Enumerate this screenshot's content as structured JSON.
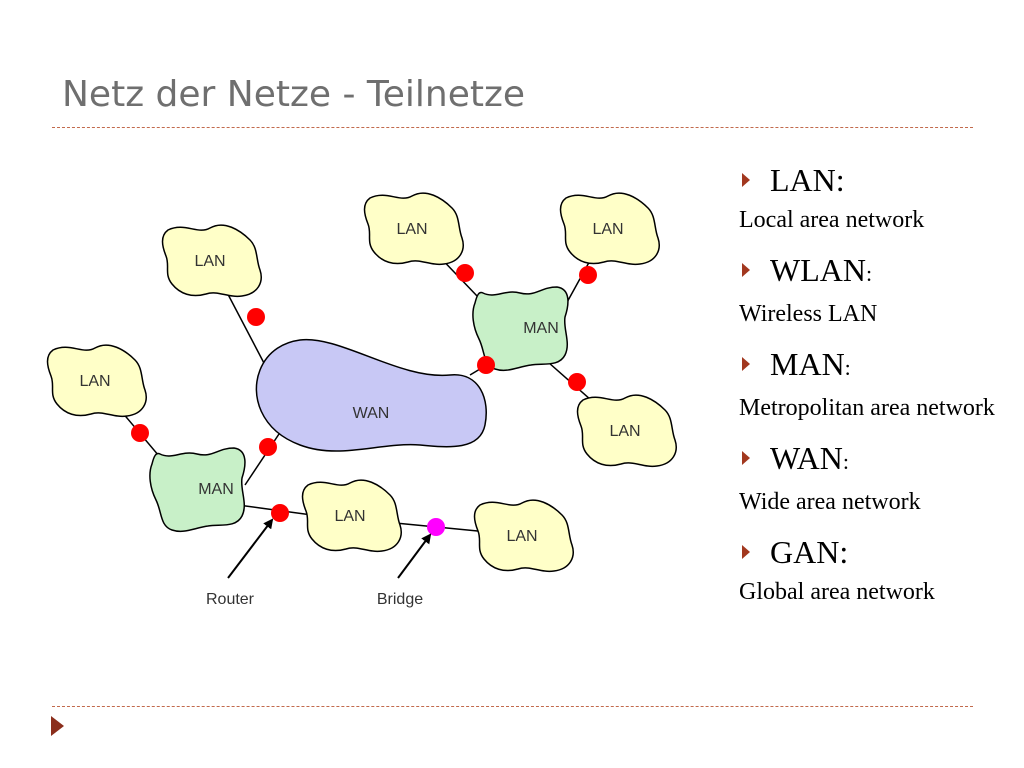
{
  "title": "Netz der Netze - Teilnetze",
  "diagram": {
    "labels": {
      "lan": "LAN",
      "man": "MAN",
      "wan": "WAN",
      "router": "Router",
      "bridge": "Bridge"
    },
    "colors": {
      "lan_fill": "#ffffc8",
      "man_fill": "#c8f0c8",
      "wan_fill": "#c8c8f5",
      "router": "#ff0000",
      "bridge": "#ff00ff"
    }
  },
  "bullets": [
    {
      "term": "LAN",
      "colon": ":",
      "desc": "Local area network"
    },
    {
      "term": "WLAN",
      "colon": ":",
      "desc": "Wireless LAN"
    },
    {
      "term": "MAN",
      "colon": ":",
      "desc": "Metropolitan area network"
    },
    {
      "term": "WAN",
      "colon": ":",
      "desc": "Wide area network"
    },
    {
      "term": "GAN",
      "colon": ":",
      "desc": "Global area network"
    }
  ],
  "theme": {
    "accent": "#a2381f",
    "dash": "#c26a4d",
    "title_color": "#6f6f6f"
  }
}
